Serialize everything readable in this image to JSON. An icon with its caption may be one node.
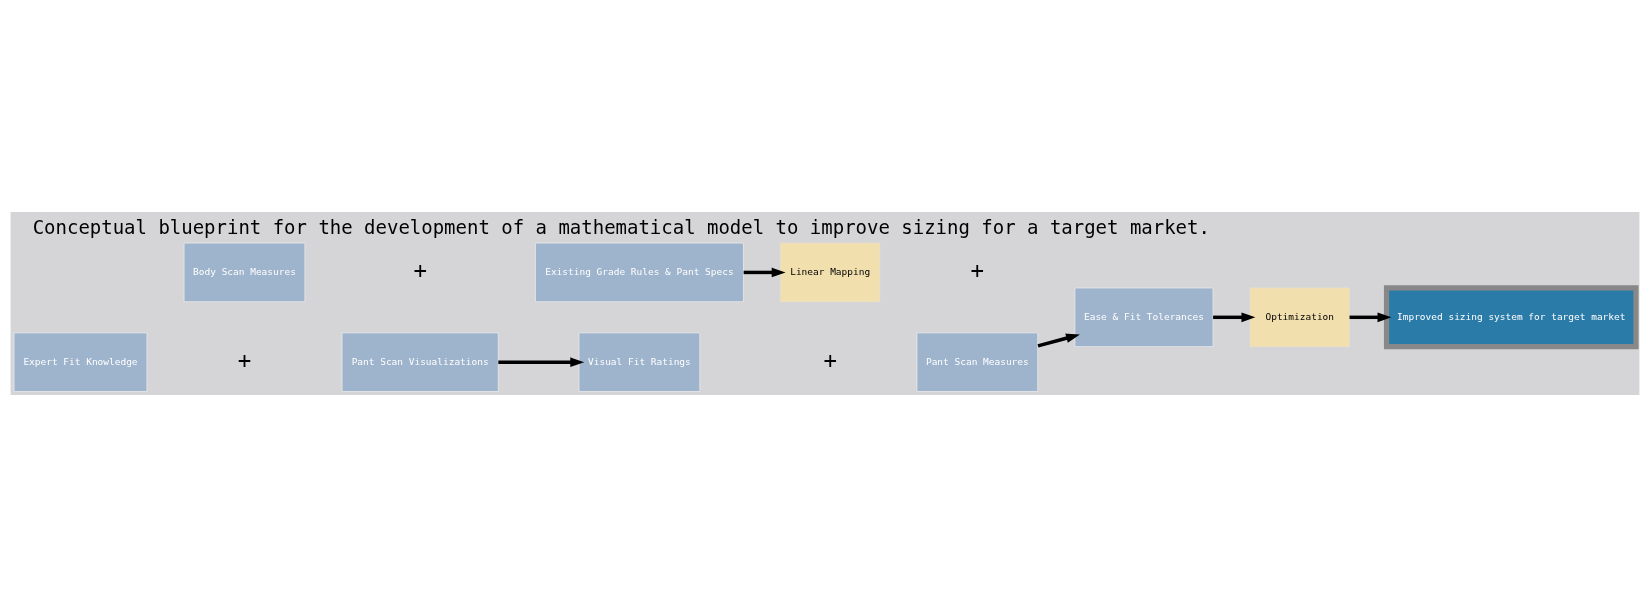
{
  "diagram": {
    "title": "Conceptual blueprint for the development of a mathematical model to improve sizing for a target market.",
    "nodes": [
      {
        "text": [
          "Body Scan Measures"
        ]
      },
      {
        "text": [
          "Existing Grade Rules & Pant Specs"
        ]
      },
      {
        "text": [
          "Linear Mapping"
        ]
      },
      {
        "text": [
          "Ease & Fit Tolerances"
        ]
      },
      {
        "text": [
          "Optimization"
        ]
      },
      {
        "text": [
          "Improved sizing system for target market"
        ]
      },
      {
        "text": [
          "Pant Scan Measures"
        ]
      },
      {
        "text": [
          "Expert Fit Knowledge"
        ]
      },
      {
        "text": [
          "Pant Scan Visualizations"
        ]
      },
      {
        "text": [
          "Visual Fit Ratings"
        ]
      }
    ],
    "edges": [
      {
        "from": 1,
        "to": 2,
        "arrow": "to"
      },
      {
        "from": 3,
        "to": 4,
        "arrow": "to"
      },
      {
        "from": 4,
        "to": 5,
        "arrow": "to"
      },
      {
        "from": 6,
        "to": 3,
        "arrow": "to"
      },
      {
        "from": 8,
        "to": 9,
        "arrow": "to"
      }
    ],
    "labels": [
      "+",
      "+",
      "+",
      "+"
    ]
  }
}
